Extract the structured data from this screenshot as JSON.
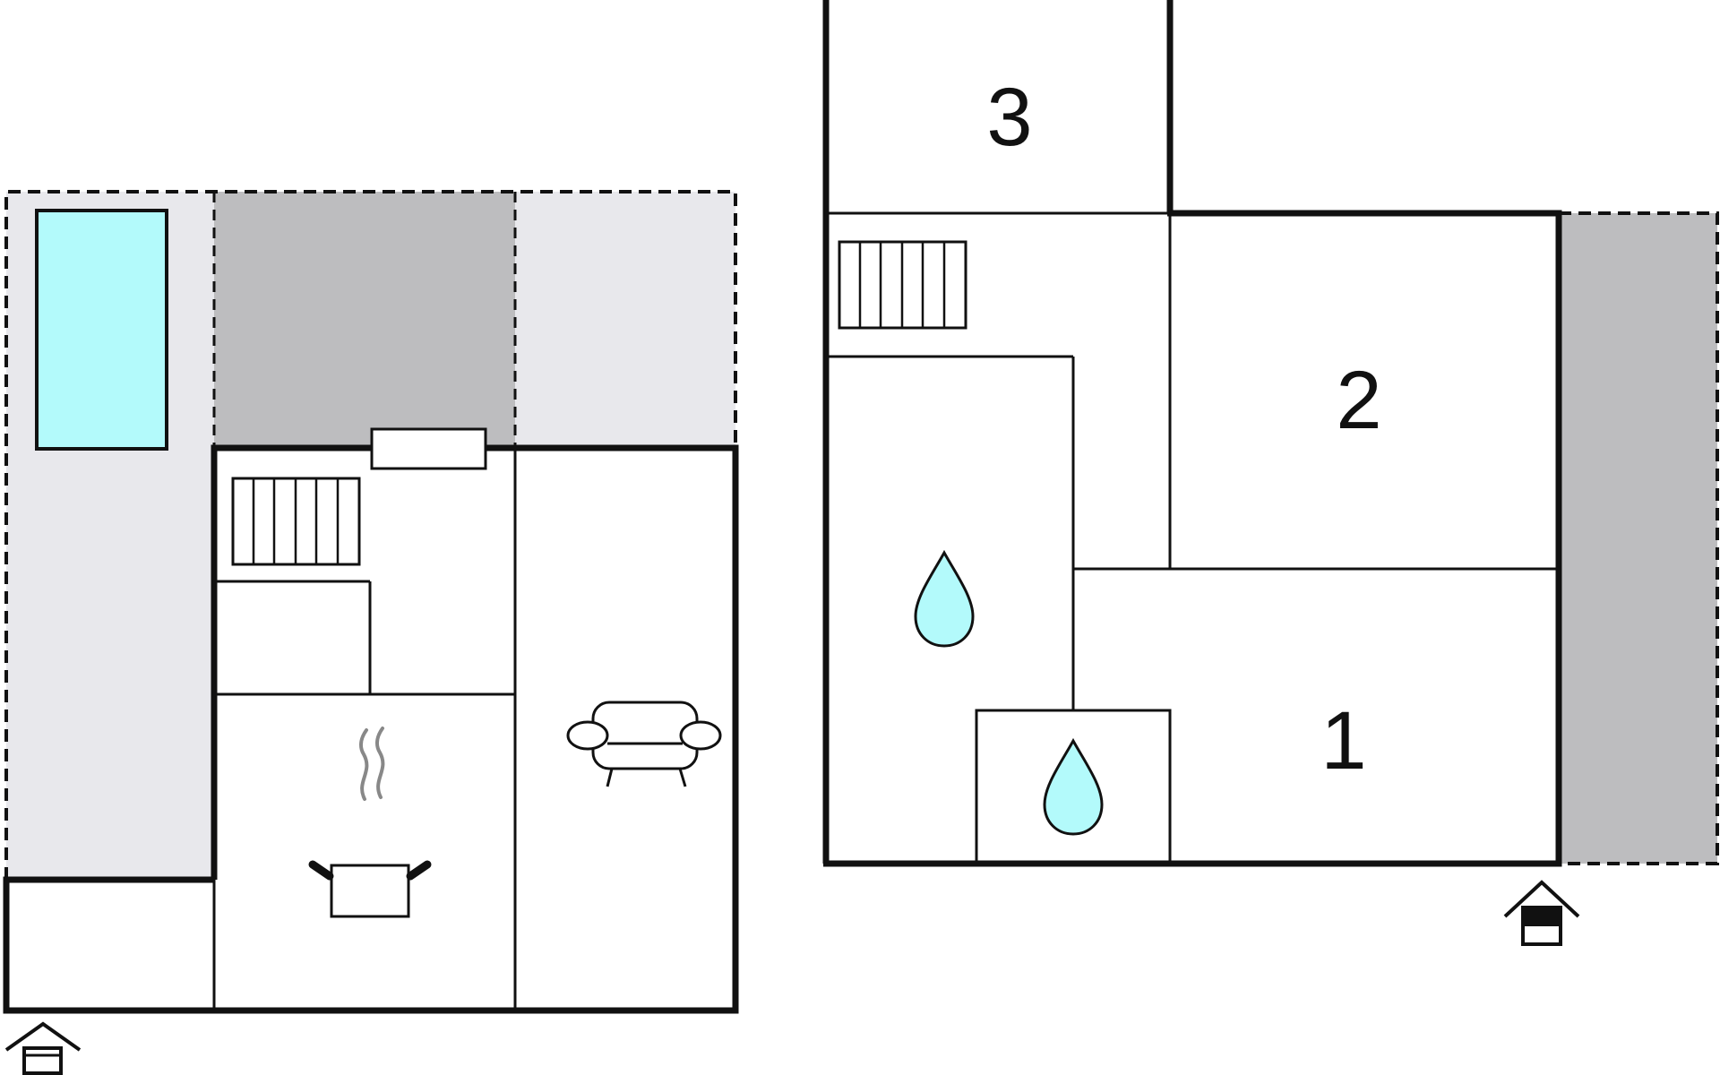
{
  "colors": {
    "wall": "#111111",
    "terrace_light": "#e8e8ec",
    "terrace_dark": "#bdbdbf",
    "pool": "#b3fafb",
    "water": "#b3fafb",
    "steam": "#888888",
    "background": "#ffffff"
  },
  "ground_floor": {
    "features": [
      "pool",
      "terrace",
      "stairs",
      "kitchen-pot-icon",
      "sofa-icon",
      "entrance-icon"
    ]
  },
  "upper_floor": {
    "rooms": [
      {
        "label": "1"
      },
      {
        "label": "2"
      },
      {
        "label": "3"
      }
    ],
    "features": [
      "stairs",
      "bathroom-drop-icon",
      "shower-drop-icon",
      "balcony",
      "entrance-icon"
    ]
  }
}
